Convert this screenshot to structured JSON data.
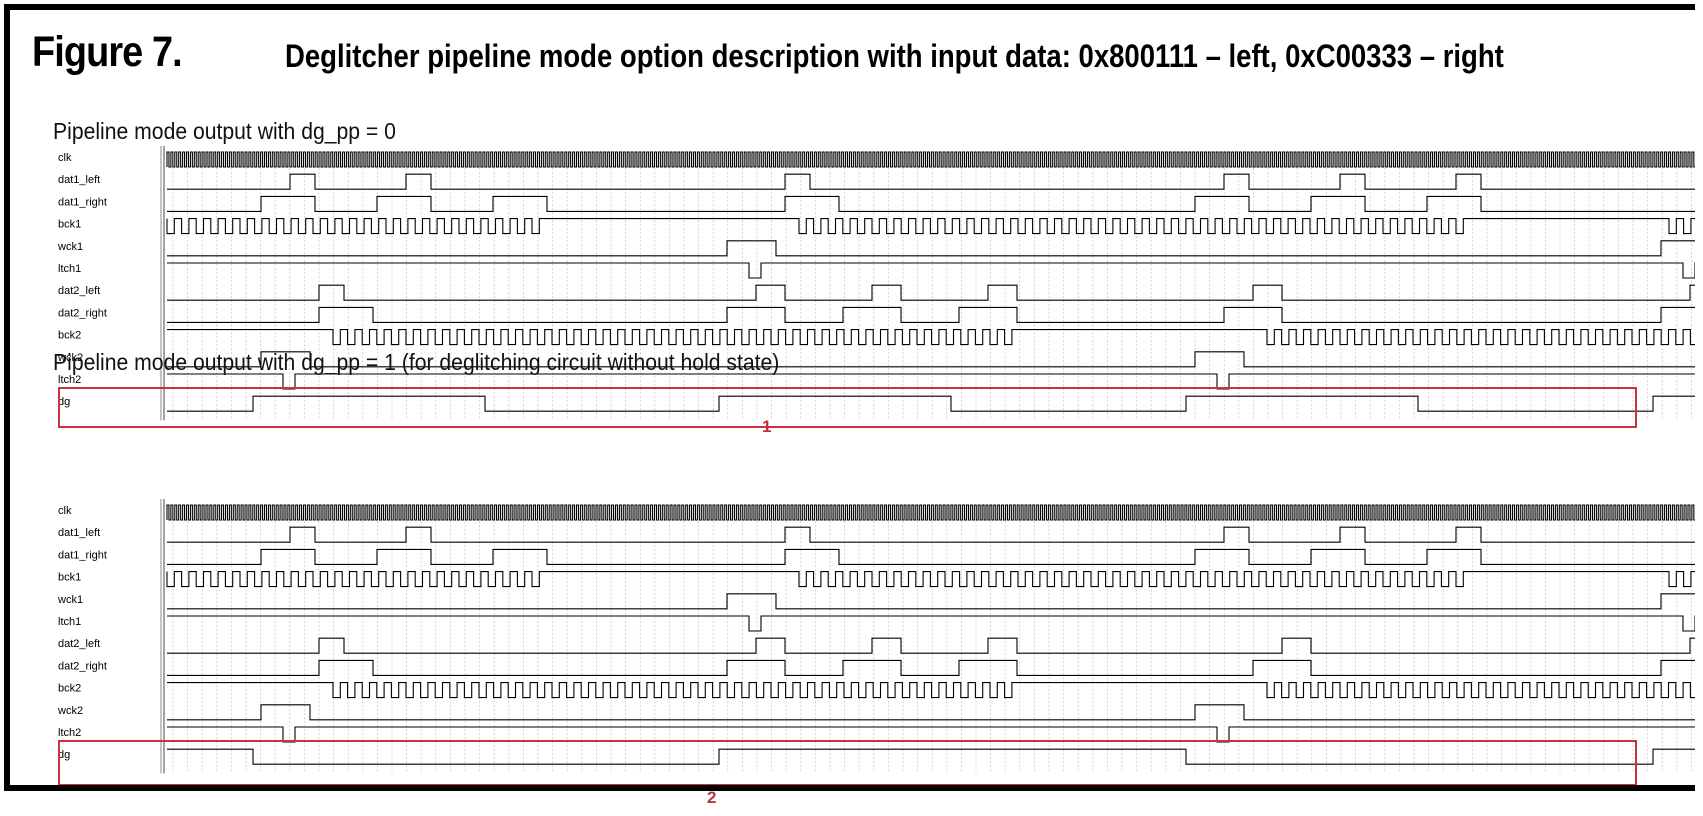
{
  "figure_number": "Figure 7.",
  "figure_title": "Deglitcher pipeline mode option description with input data: 0x800111 – left, 0xC00333 – right",
  "signal_names": [
    "clk",
    "dat1_left",
    "dat1_right",
    "bck1",
    "wck1",
    "ltch1",
    "dat2_left",
    "dat2_right",
    "bck2",
    "wck2",
    "ltch2",
    "dg"
  ],
  "colors": {
    "line": "#000000",
    "grid": "#b8b8b8",
    "highlight": "#c8323c"
  },
  "panels": [
    {
      "title": "Pipeline mode output with dg_pp = 0",
      "callout": "1",
      "highlighted_signal": "dg",
      "signals": {
        "dat1_left": [
          [
            0,
            0
          ],
          [
            280,
            1
          ],
          [
            305,
            0
          ],
          [
            396,
            1
          ],
          [
            421,
            0
          ],
          [
            775,
            1
          ],
          [
            800,
            0
          ],
          [
            1214,
            1
          ],
          [
            1239,
            0
          ],
          [
            1330,
            1
          ],
          [
            1355,
            0
          ],
          [
            1446,
            1
          ],
          [
            1471,
            0
          ]
        ],
        "dat1_right": [
          [
            0,
            0
          ],
          [
            251,
            1
          ],
          [
            305,
            0
          ],
          [
            367,
            1
          ],
          [
            421,
            0
          ],
          [
            483,
            1
          ],
          [
            537,
            0
          ],
          [
            775,
            1
          ],
          [
            829,
            0
          ],
          [
            1185,
            1
          ],
          [
            1239,
            0
          ],
          [
            1301,
            1
          ],
          [
            1355,
            0
          ],
          [
            1417,
            1
          ],
          [
            1471,
            0
          ]
        ],
        "bck1": {
          "segments": [
            [
              157,
              547
            ],
            [
              789,
              1475
            ]
          ],
          "period": 14.6,
          "tail_from": 1659
        },
        "wck1": [
          [
            0,
            0
          ],
          [
            717,
            1
          ],
          [
            766,
            0
          ],
          [
            1651,
            1
          ],
          [
            1703,
            1
          ]
        ],
        "ltch1": [
          [
            0,
            1
          ],
          [
            739,
            0
          ],
          [
            751,
            1
          ],
          [
            1673,
            0
          ],
          [
            1685,
            1
          ]
        ],
        "dat2_left": [
          [
            0,
            0
          ],
          [
            309,
            1
          ],
          [
            334,
            0
          ],
          [
            746,
            1
          ],
          [
            775,
            0
          ],
          [
            862,
            1
          ],
          [
            891,
            0
          ],
          [
            978,
            1
          ],
          [
            1007,
            0
          ],
          [
            1243,
            1
          ],
          [
            1272,
            0
          ],
          [
            1680,
            1
          ]
        ],
        "dat2_right": [
          [
            0,
            0
          ],
          [
            309,
            1
          ],
          [
            363,
            0
          ],
          [
            717,
            1
          ],
          [
            775,
            0
          ],
          [
            833,
            1
          ],
          [
            891,
            0
          ],
          [
            949,
            1
          ],
          [
            1007,
            0
          ],
          [
            1214,
            1
          ],
          [
            1272,
            0
          ],
          [
            1651,
            1
          ]
        ],
        "bck2": {
          "segments": [
            [
              323,
              1016
            ],
            [
              1257,
              1703
            ]
          ],
          "period": 14.6
        },
        "wck2": [
          [
            0,
            0
          ],
          [
            251,
            1
          ],
          [
            300,
            0
          ],
          [
            1185,
            1
          ],
          [
            1234,
            0
          ]
        ],
        "ltch2": [
          [
            0,
            1
          ],
          [
            273,
            0
          ],
          [
            285,
            1
          ],
          [
            1207,
            0
          ],
          [
            1219,
            1
          ]
        ],
        "dg": [
          [
            0,
            0
          ],
          [
            243,
            1
          ],
          [
            475,
            0
          ],
          [
            709,
            1
          ],
          [
            941,
            0
          ],
          [
            1176,
            1
          ],
          [
            1408,
            0
          ],
          [
            1643,
            1
          ]
        ]
      }
    },
    {
      "title": "Pipeline mode output with dg_pp = 1 (for deglitching circuit without hold state)",
      "callout": "2",
      "highlighted_signal": "dg",
      "signals": {
        "dat1_left": [
          [
            0,
            0
          ],
          [
            280,
            1
          ],
          [
            305,
            0
          ],
          [
            396,
            1
          ],
          [
            421,
            0
          ],
          [
            775,
            1
          ],
          [
            800,
            0
          ],
          [
            1214,
            1
          ],
          [
            1239,
            0
          ],
          [
            1330,
            1
          ],
          [
            1355,
            0
          ],
          [
            1446,
            1
          ],
          [
            1471,
            0
          ]
        ],
        "dat1_right": [
          [
            0,
            0
          ],
          [
            251,
            1
          ],
          [
            305,
            0
          ],
          [
            367,
            1
          ],
          [
            421,
            0
          ],
          [
            483,
            1
          ],
          [
            537,
            0
          ],
          [
            775,
            1
          ],
          [
            829,
            0
          ],
          [
            1185,
            1
          ],
          [
            1239,
            0
          ],
          [
            1301,
            1
          ],
          [
            1355,
            0
          ],
          [
            1417,
            1
          ],
          [
            1471,
            0
          ]
        ],
        "bck1": {
          "segments": [
            [
              157,
              547
            ],
            [
              789,
              1475
            ]
          ],
          "period": 14.6,
          "tail_from": 1659
        },
        "wck1": [
          [
            0,
            0
          ],
          [
            717,
            1
          ],
          [
            766,
            0
          ],
          [
            1651,
            1
          ],
          [
            1703,
            1
          ]
        ],
        "ltch1": [
          [
            0,
            1
          ],
          [
            739,
            0
          ],
          [
            751,
            1
          ],
          [
            1673,
            0
          ],
          [
            1685,
            1
          ]
        ],
        "dat2_left": [
          [
            0,
            0
          ],
          [
            309,
            1
          ],
          [
            334,
            0
          ],
          [
            746,
            1
          ],
          [
            775,
            0
          ],
          [
            862,
            1
          ],
          [
            891,
            0
          ],
          [
            978,
            1
          ],
          [
            1007,
            0
          ],
          [
            1272,
            1
          ],
          [
            1301,
            0
          ],
          [
            1680,
            1
          ]
        ],
        "dat2_right": [
          [
            0,
            0
          ],
          [
            309,
            1
          ],
          [
            363,
            0
          ],
          [
            717,
            1
          ],
          [
            775,
            0
          ],
          [
            833,
            1
          ],
          [
            891,
            0
          ],
          [
            949,
            1
          ],
          [
            1007,
            0
          ],
          [
            1243,
            1
          ],
          [
            1301,
            0
          ],
          [
            1651,
            1
          ]
        ],
        "bck2": {
          "segments": [
            [
              323,
              1016
            ],
            [
              1257,
              1703
            ]
          ],
          "period": 14.6
        },
        "wck2": [
          [
            0,
            0
          ],
          [
            251,
            1
          ],
          [
            300,
            0
          ],
          [
            1185,
            1
          ],
          [
            1234,
            0
          ]
        ],
        "ltch2": [
          [
            0,
            1
          ],
          [
            273,
            0
          ],
          [
            285,
            1
          ],
          [
            1207,
            0
          ],
          [
            1219,
            1
          ]
        ],
        "dg": [
          [
            0,
            1
          ],
          [
            243,
            0
          ],
          [
            709,
            1
          ],
          [
            1176,
            0
          ],
          [
            1643,
            1
          ]
        ]
      }
    }
  ]
}
